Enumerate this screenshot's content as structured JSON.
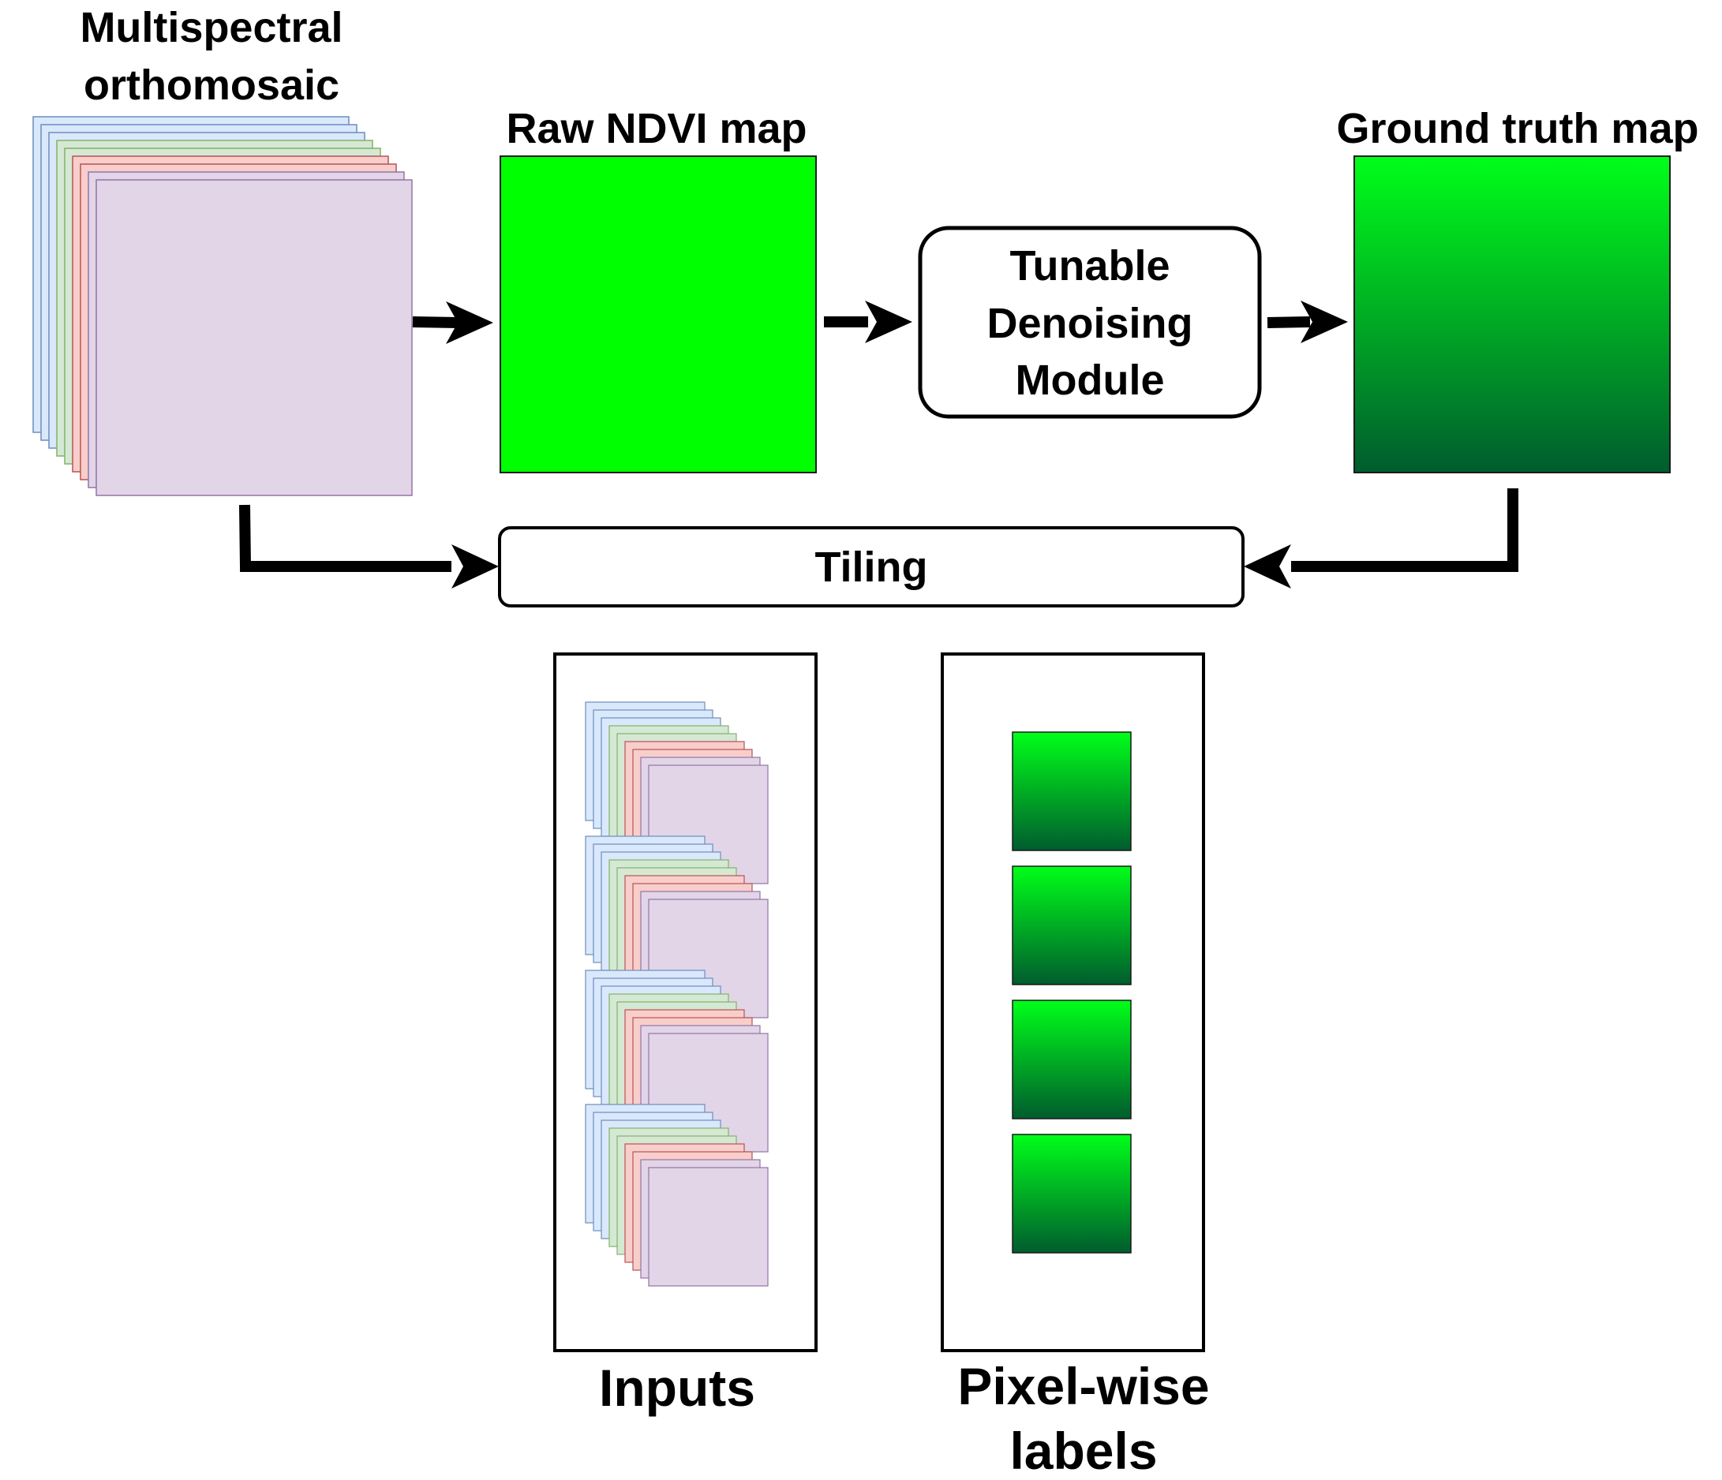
{
  "labels": {
    "multispectral_line1": "Multispectral",
    "multispectral_line2": "orthomosaic",
    "raw_ndvi": "Raw NDVI map",
    "ground_truth": "Ground truth map",
    "denoise_line1": "Tunable",
    "denoise_line2": "Denoising",
    "denoise_line3": "Module",
    "tiling": "Tiling",
    "inputs": "Inputs",
    "pixelwise_line1": "Pixel-wise",
    "pixelwise_line2": "labels"
  },
  "colors": {
    "band_blue_fill": "#dae8fc",
    "band_blue_stroke": "#6c8ebf",
    "band_green_fill": "#d5e8d4",
    "band_green_stroke": "#82b366",
    "band_red_fill": "#f8cecc",
    "band_red_stroke": "#b85450",
    "band_purple_fill": "#e1d5e7",
    "band_purple_stroke": "#9673a6",
    "ndvi_green": "#00ff00",
    "gradient_top": "#00ff19",
    "gradient_bottom": "#005c2e",
    "arrow": "#000000"
  },
  "bands": [
    "blue",
    "blue",
    "blue",
    "green",
    "green",
    "red",
    "red",
    "purple",
    "purple"
  ],
  "label_tile_count": 4,
  "input_stack_count": 4
}
